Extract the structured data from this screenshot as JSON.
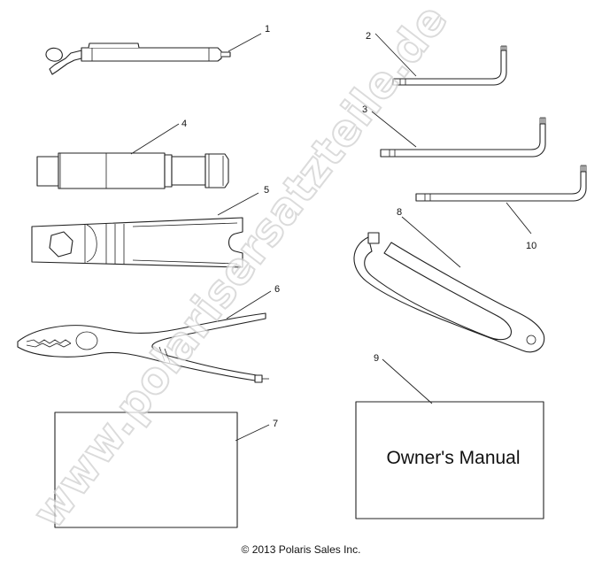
{
  "watermark": "www.polarisersatzteile.de",
  "callouts": {
    "c1": "1",
    "c2": "2",
    "c3": "3",
    "c4": "4",
    "c5": "5",
    "c6": "6",
    "c7": "7",
    "c8": "8",
    "c9": "9",
    "c10": "10"
  },
  "manual_label": "Owner's Manual",
  "copyright": "© 2013 Polaris Sales Inc."
}
